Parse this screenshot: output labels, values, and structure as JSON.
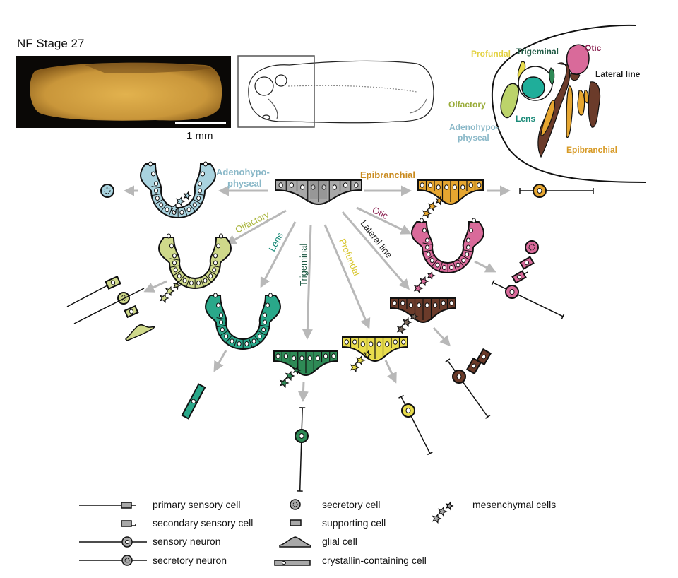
{
  "title": "NF Stage 27",
  "scale_bar_label": "1 mm",
  "colors": {
    "adenohypophyseal": "#a9d3df",
    "olfactory": "#cfd98a",
    "lens": "#2aa88a",
    "trigeminal": "#2e8a56",
    "profundal": "#e8dc4c",
    "lateral_line": "#6b3b2a",
    "otic": "#d96a9a",
    "epibranchial": "#e6a630",
    "common": "#a8a8a8",
    "arrow": "#b8b8b8"
  },
  "head_map": {
    "labels": [
      {
        "key": "profundal",
        "text": "Profundal",
        "color": "#e3d244"
      },
      {
        "key": "trigeminal",
        "text": "Trigeminal",
        "color": "#1f5a44"
      },
      {
        "key": "otic",
        "text": "Otic",
        "color": "#8a2050"
      },
      {
        "key": "lateral_line",
        "text": "Lateral line",
        "color": "#1a1a1a"
      },
      {
        "key": "olfactory",
        "text": "Olfactory",
        "color": "#9aac3a"
      },
      {
        "key": "lens",
        "text": "Lens",
        "color": "#1a8a78"
      },
      {
        "key": "adeno1",
        "text": "Adenohypo-",
        "color": "#8ab8c8"
      },
      {
        "key": "adeno2",
        "text": "physeal",
        "color": "#8ab8c8"
      },
      {
        "key": "epibranchial",
        "text": "Epibranchial",
        "color": "#d79a26"
      }
    ]
  },
  "pathways": [
    {
      "key": "adenohypophyseal",
      "label_line1": "Adenohypo-",
      "label_line2": "physeal",
      "label_color": "#8ab8c8"
    },
    {
      "key": "epibranchial",
      "label": "Epibranchial",
      "label_color": "#c98a1e"
    },
    {
      "key": "olfactory",
      "label": "Olfactory",
      "label_color": "#a8b43a"
    },
    {
      "key": "otic",
      "label": "Otic",
      "label_color": "#8a2050"
    },
    {
      "key": "lens",
      "label": "Lens",
      "label_color": "#1a8a78"
    },
    {
      "key": "trigeminal",
      "label": "Trigeminal",
      "label_color": "#1f5a44"
    },
    {
      "key": "profundal",
      "label": "Profundal",
      "label_color": "#d8c62e"
    },
    {
      "key": "lateral_line",
      "label": "Lateral line",
      "label_color": "#1a1a1a"
    }
  ],
  "legend": {
    "col1": [
      "primary sensory cell",
      "secondary sensory cell",
      "sensory neuron",
      "secretory neuron"
    ],
    "col2": [
      "secretory cell",
      "supporting cell",
      "glial cell",
      "crystallin-containing cell"
    ],
    "col3": [
      "mesenchymal cells"
    ]
  }
}
